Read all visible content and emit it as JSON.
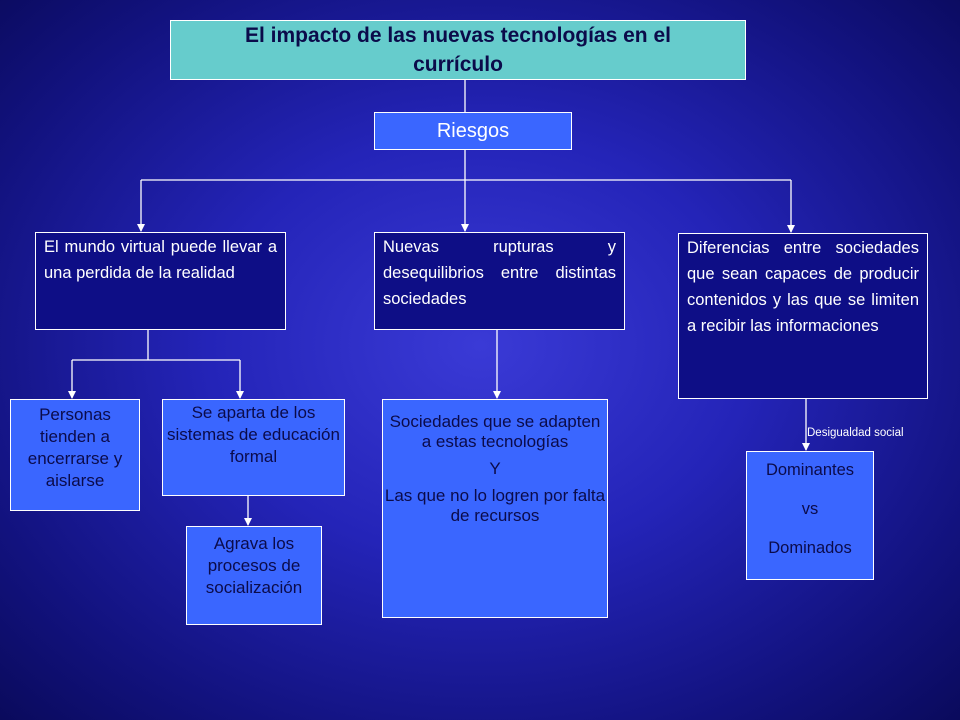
{
  "title": "El impacto de las nuevas tecnologías en el currículo",
  "risk": "Riesgos",
  "branches": [
    "El mundo virtual puede llevar a una perdida de la realidad",
    "Nuevas rupturas y desequilibrios entre distintas sociedades",
    "Diferencias entre sociedades que sean capaces de producir contenidos y las que se limiten a recibir las informaciones"
  ],
  "leaves": {
    "isolate": "Personas tienden a encerrarse y aislarse",
    "departs": "Se aparta de los sistemas de educación formal",
    "worsens": "Agrava los procesos de socialización",
    "societies": {
      "line1": "Sociedades que se adapten a estas tecnologías",
      "line2": "Y",
      "line3": "Las que no lo logren por falta de recursos"
    },
    "dominance": {
      "line1": "Dominantes",
      "line2": "vs",
      "line3": "Dominados"
    }
  },
  "edge_label": "Desigualdad social",
  "colors": {
    "title_bg": "#66cccc",
    "accent_blue": "#3a66ff",
    "dark_box": "#0e0e86",
    "line": "#ffffff"
  }
}
